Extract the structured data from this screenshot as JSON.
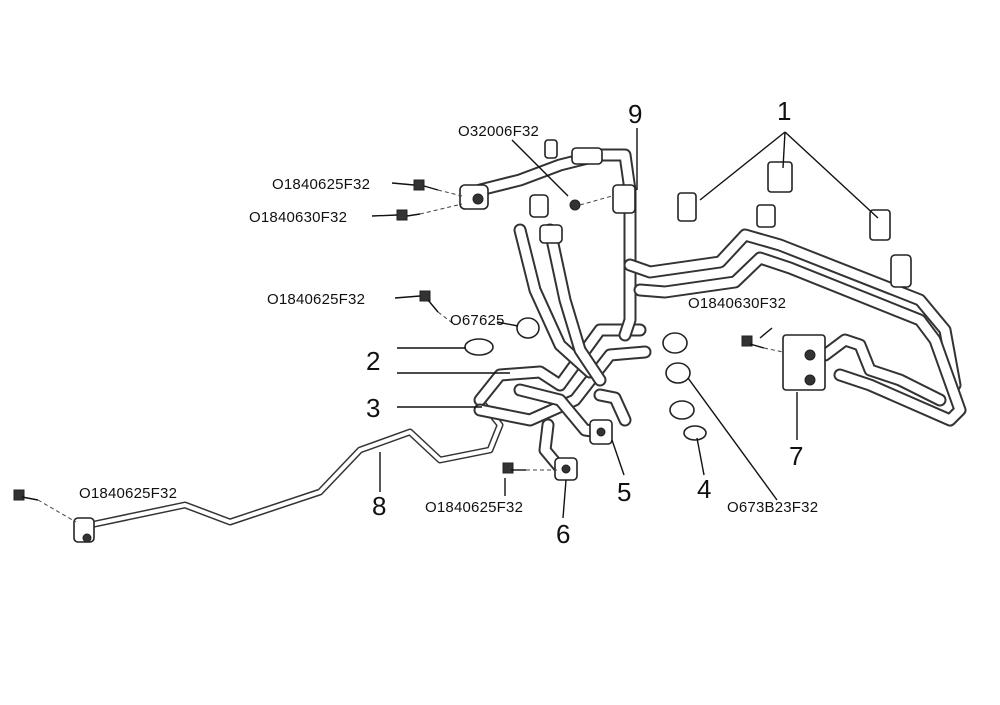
{
  "callouts": {
    "n1": "1",
    "n2": "2",
    "n3": "3",
    "n4": "4",
    "n5": "5",
    "n6": "6",
    "n7": "7",
    "n8": "8",
    "n9": "9"
  },
  "part_codes": {
    "o32006f32": "O32006F32",
    "o1840625f32_top": "O1840625F32",
    "o1840630f32_top": "O1840630F32",
    "o1840625f32_mid": "O1840625F32",
    "o67625": "O67625",
    "o1840630f32_right": "O1840630F32",
    "o1840625f32_left": "O1840625F32",
    "o1840625f32_bottom": "O1840625F32",
    "o673b23f32": "O673B23F32"
  },
  "colors": {
    "line": "#111111",
    "pipe_outline": "#333333",
    "background": "#ffffff"
  }
}
